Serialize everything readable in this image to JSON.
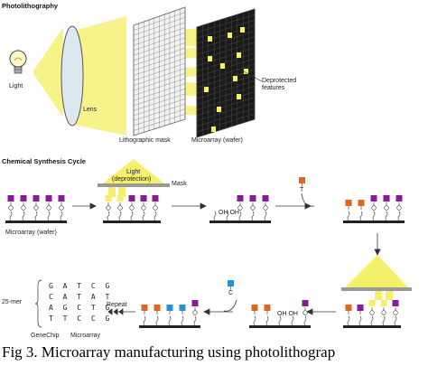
{
  "photolithography": {
    "title": "Photolithography",
    "labels": {
      "light": "Light",
      "lens": "Lens",
      "mask": "Lithographic mask",
      "wafer": "Microarray (wafer)",
      "deprotected": "Deprotected",
      "features": "features"
    }
  },
  "synthesis": {
    "title": "Chemical Synthesis Cycle",
    "labels": {
      "wafer": "Microarray (wafer)",
      "light_line1": "Light",
      "light_line2": "(deprotection)",
      "mask": "Mask",
      "oh_left": "OH OH",
      "oh_right": "OH OH",
      "t": "T",
      "c": "C",
      "repeat": "Repeat",
      "mer": "25-mer",
      "genechip": "GeneChip",
      "microarray": "Microarray"
    },
    "sequence_rows": [
      "G A T C G",
      "C A T A T",
      "A G C T G",
      "T T C C G"
    ]
  },
  "caption": "Fig 3. Microarray manufacturing using photolithograp",
  "colors": {
    "purple": "#8a1a9a",
    "orange": "#e4641c",
    "blue": "#2a8ed8",
    "yellow": "#f5f06a",
    "beam": "#f7f38a"
  }
}
